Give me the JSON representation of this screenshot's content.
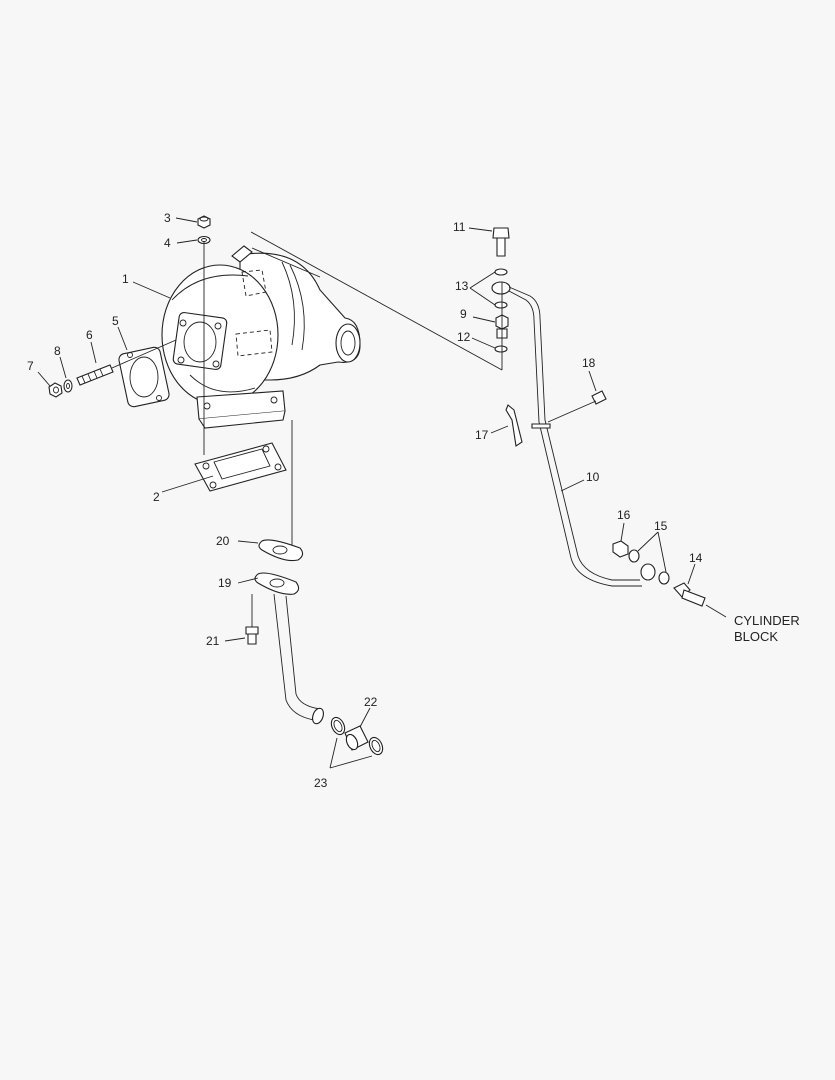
{
  "diagram": {
    "callouts": {
      "c1": "1",
      "c2": "2",
      "c3": "3",
      "c4": "4",
      "c5": "5",
      "c6": "6",
      "c7": "7",
      "c8": "8",
      "c9": "9",
      "c10": "10",
      "c11": "11",
      "c12": "12",
      "c13": "13",
      "c14": "14",
      "c15": "15",
      "c16": "16",
      "c17": "17",
      "c18": "18",
      "c19": "19",
      "c20": "20",
      "c21": "21",
      "c22": "22",
      "c23": "23"
    },
    "note": {
      "line1": "CYLINDER",
      "line2": "BLOCK"
    }
  }
}
